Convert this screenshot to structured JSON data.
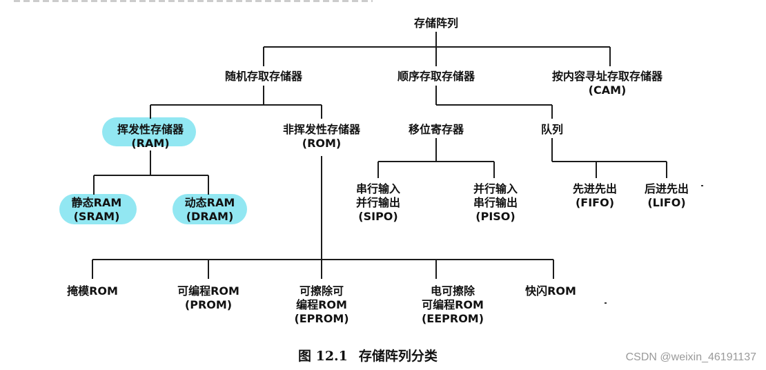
{
  "colors": {
    "highlight": "#7fe3f0",
    "line": "#1a1a1a",
    "watermark": "#9a9a9a"
  },
  "root": {
    "label": "存储阵列"
  },
  "random_access": {
    "label": "随机存取存储器"
  },
  "sequential_access": {
    "label": "顺序存取存储器"
  },
  "cam": {
    "line1": "按内容寻址存取存储器",
    "line2": "(CAM)"
  },
  "volatile": {
    "line1": "挥发性存储器",
    "line2": "(RAM)"
  },
  "nonvolatile": {
    "line1": "非挥发性存储器",
    "line2": "(ROM)"
  },
  "shift_register": {
    "label": "移位寄存器"
  },
  "queue": {
    "label": "队列"
  },
  "sram": {
    "line1": "静态RAM",
    "line2": "(SRAM)"
  },
  "dram": {
    "line1": "动态RAM",
    "line2": "(DRAM)"
  },
  "sipo": {
    "line1": "串行输入",
    "line2": "并行输出",
    "line3": "(SIPO)"
  },
  "piso": {
    "line1": "并行输入",
    "line2": "串行输出",
    "line3": "(PISO)"
  },
  "fifo": {
    "line1": "先进先出",
    "line2": "(FIFO)"
  },
  "lifo": {
    "line1": "后进先出",
    "line2": "(LIFO)"
  },
  "mask_rom": {
    "label": "掩模ROM"
  },
  "prom": {
    "line1": "可编程ROM",
    "line2": "(PROM)"
  },
  "eprom": {
    "line1": "可擦除可",
    "line2": "编程ROM",
    "line3": "(EPROM)"
  },
  "eeprom": {
    "line1": "电可擦除",
    "line2": "可编程ROM",
    "line3": "(EEPROM)"
  },
  "flash_rom": {
    "label": "快闪ROM"
  },
  "caption": {
    "number": "图 12.1",
    "title": "存储阵列分类"
  },
  "watermark": {
    "text": "CSDN @weixin_46191137"
  }
}
